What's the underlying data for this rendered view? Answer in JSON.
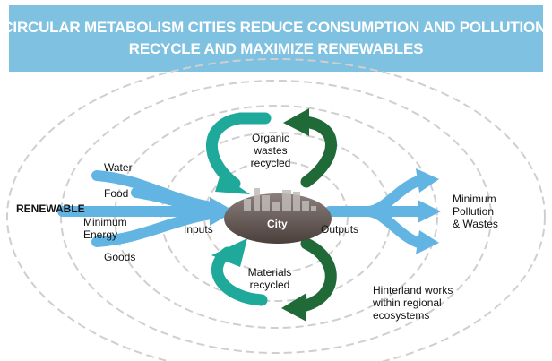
{
  "title": {
    "line1": "CIRCULAR METABOLISM CITIES REDUCE CONSUMPTION AND POLLUTION,",
    "line2": "RECYCLE AND MAXIMIZE RENEWABLES"
  },
  "left_inputs": {
    "renewable": "RENEWABLE",
    "water": "Water",
    "food": "Food",
    "energy_line1": "Minimum",
    "energy_line2": "Energy",
    "goods": "Goods"
  },
  "center": {
    "city": "City",
    "inputs": "Inputs",
    "outputs": "Outputs"
  },
  "top_loop": {
    "line1": "Organic",
    "line2": "wastes",
    "line3": "recycled"
  },
  "bottom_loop": {
    "line1": "Materials",
    "line2": "recycled"
  },
  "right_outputs": {
    "line1": "Minimum",
    "line2": "Pollution",
    "line3": "& Wastes"
  },
  "hinterland": {
    "line1": "Hinterland works",
    "line2": "within regional",
    "line3": "ecosystems"
  },
  "colors": {
    "banner": "#7fc1e0",
    "input_arrows": "#62b5e3",
    "teal_arrows": "#1fa99a",
    "dark_green_arrows": "#1f6a37",
    "city_ellipse": "#5a4d47",
    "rings": "#cfcfcf"
  }
}
